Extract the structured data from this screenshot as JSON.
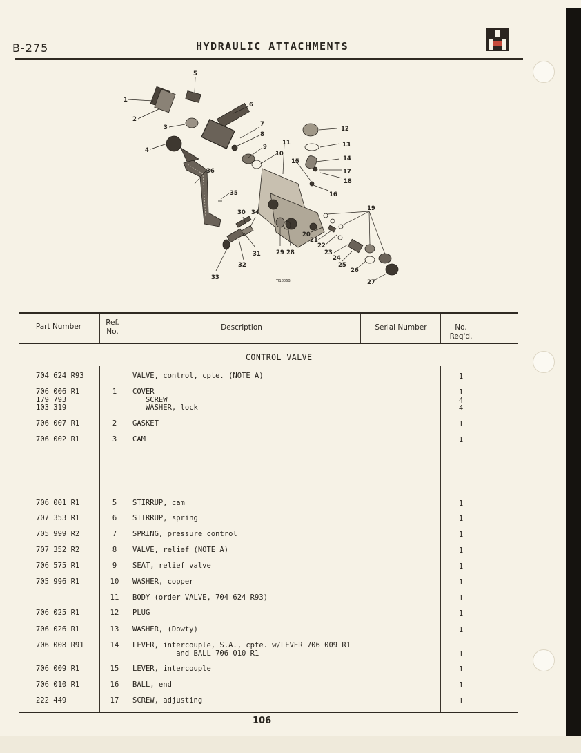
{
  "header": {
    "page_code": "B-275",
    "title": "HYDRAULIC ATTACHMENTS"
  },
  "diagram": {
    "callouts": [
      "1",
      "2",
      "3",
      "4",
      "5",
      "6",
      "7",
      "8",
      "9",
      "10",
      "11",
      "12",
      "13",
      "14",
      "15",
      "16",
      "17",
      "18",
      "19",
      "20",
      "21",
      "22",
      "23",
      "24",
      "25",
      "26",
      "27",
      "28",
      "29",
      "30",
      "31",
      "32",
      "33",
      "34",
      "35",
      "36"
    ],
    "figure_code": "TI1806B"
  },
  "table": {
    "headers": {
      "part_number": "Part Number",
      "ref": "Ref.\nNo.",
      "description": "Description",
      "serial": "Serial Number",
      "qty": "No.\nReq'd."
    },
    "section_title": "CONTROL VALVE",
    "rows": [
      {
        "part": "704 624 R93",
        "ref": "",
        "desc": "VALVE, control, cpte. (NOTE A)",
        "qty": "1"
      },
      {
        "part": "706 006 R1\n179 793\n103 319",
        "ref": "1",
        "desc": "COVER\n   SCREW\n   WASHER, lock",
        "qty": "1\n4\n4"
      },
      {
        "part": "706 007 R1",
        "ref": "2",
        "desc": "GASKET",
        "qty": "1"
      },
      {
        "part": "706 002 R1",
        "ref": "3",
        "desc": "CAM",
        "qty": "1"
      },
      {
        "part": "706 001 R1",
        "ref": "5",
        "desc": "STIRRUP, cam",
        "qty": "1"
      },
      {
        "part": "707 353 R1",
        "ref": "6",
        "desc": "STIRRUP, spring",
        "qty": "1"
      },
      {
        "part": "705 999 R2",
        "ref": "7",
        "desc": "SPRING, pressure control",
        "qty": "1"
      },
      {
        "part": "707 352 R2",
        "ref": "8",
        "desc": "VALVE, relief (NOTE A)",
        "qty": "1"
      },
      {
        "part": "706 575 R1",
        "ref": "9",
        "desc": "SEAT, relief valve",
        "qty": "1"
      },
      {
        "part": "705 996 R1",
        "ref": "10",
        "desc": "WASHER, copper",
        "qty": "1"
      },
      {
        "part": "",
        "ref": "11",
        "desc": "BODY (order VALVE, 704 624 R93)",
        "qty": "1"
      },
      {
        "part": "706 025 R1",
        "ref": "12",
        "desc": "PLUG",
        "qty": "1"
      },
      {
        "part": "706 026 R1",
        "ref": "13",
        "desc": "WASHER, (Dowty)",
        "qty": "1"
      },
      {
        "part": "706 008 R91",
        "ref": "14",
        "desc": "LEVER, intercouple, S.A., cpte. w/LEVER 706 009 R1\n          and BALL 706 010 R1",
        "qty": "\n1"
      },
      {
        "part": "706 009 R1",
        "ref": "15",
        "desc": "LEVER, intercouple",
        "qty": "1"
      },
      {
        "part": "706 010 R1",
        "ref": "16",
        "desc": "BALL, end",
        "qty": "1"
      },
      {
        "part": "222 449",
        "ref": "17",
        "desc": "SCREW, adjusting",
        "qty": "1"
      }
    ]
  },
  "footer": {
    "page_number": "106"
  }
}
